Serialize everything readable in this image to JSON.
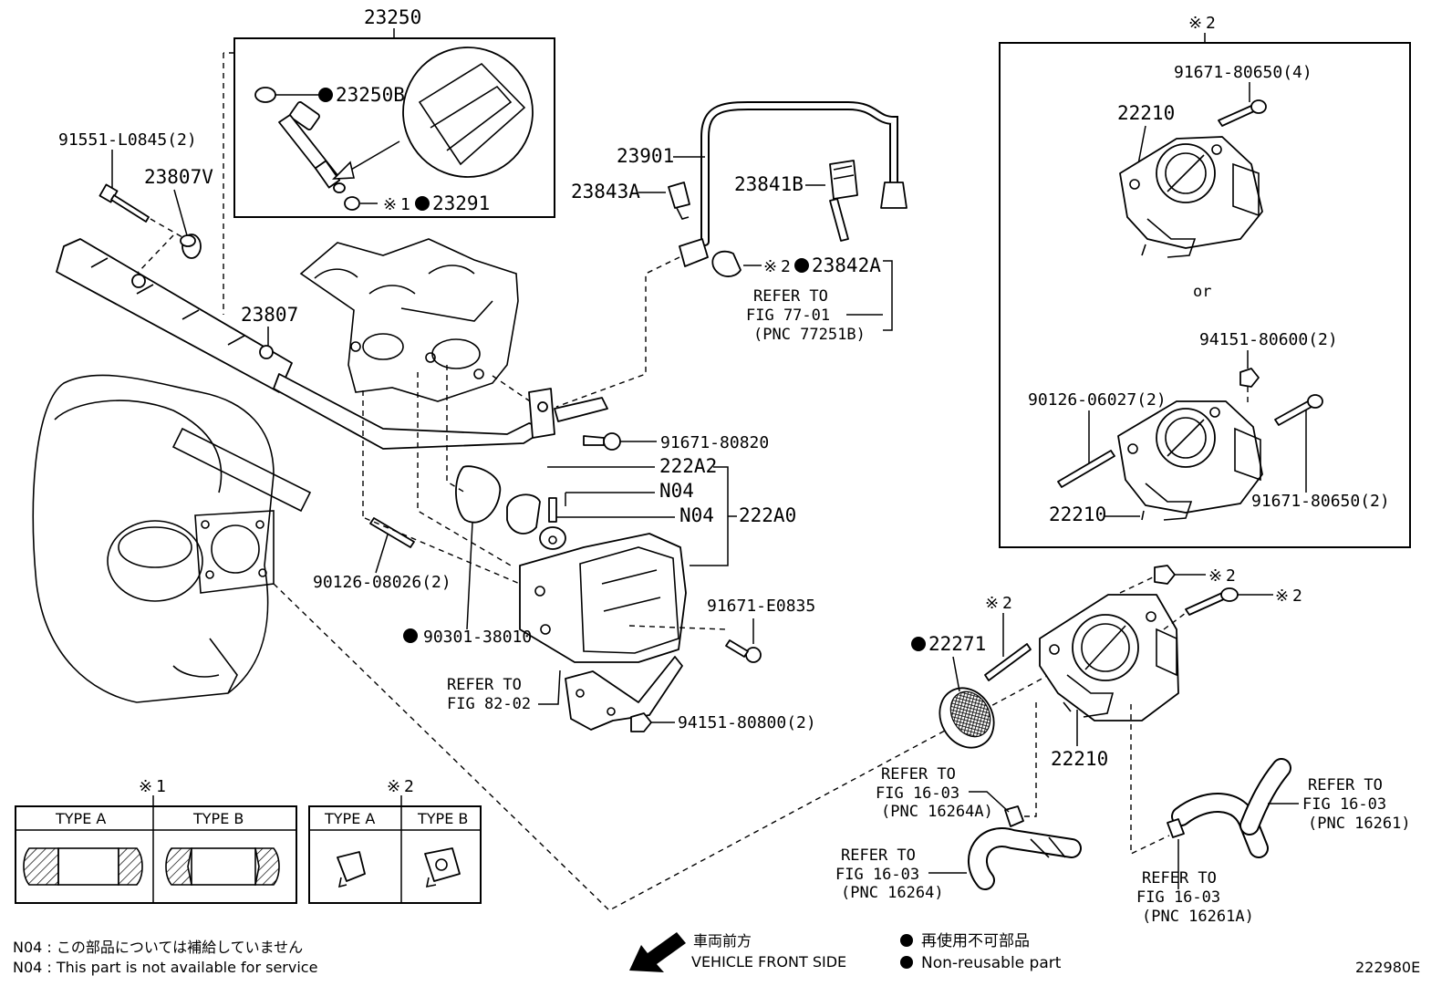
{
  "labels": {
    "inj_kit_no": "23250",
    "inj_oring": "23250B",
    "inj_cap": "23291",
    "bolt_rail": "91551-L0845(2)",
    "spacer_rail": "23807V",
    "rail": "23807",
    "fuel_hose": "23901",
    "hose_clamp": "23843A",
    "connector": "23841B",
    "retainer": "23842A",
    "ref_77_a": "REFER TO",
    "ref_77_b": "FIG 77-01",
    "ref_77_c": "(PNC 77251B)",
    "bolt_91671_80820": "91671-80820",
    "sensor_222a2": "222A2",
    "n04_a": "N04",
    "n04_b": "N04",
    "sensor_222a0": "222A0",
    "stud_90126_08026": "90126-08026(2)",
    "gasket_90301": "90301-38010",
    "bolt_91671_e0835": "91671-E0835",
    "ref_82_a": "REFER TO",
    "ref_82_b": "FIG 82-02",
    "nut_94151_80800": "94151-80800(2)",
    "gasket_22271": "22271",
    "mark2_stud": "2",
    "mark2_nut": "2",
    "mark2_bolt": "2",
    "throttle_main": "22210",
    "ref_16_a1": "REFER TO",
    "ref_16_a2": "FIG 16-03",
    "ref_16_a3": "(PNC 16264A)",
    "ref_16_b1": "REFER TO",
    "ref_16_b2": "FIG 16-03",
    "ref_16_b3": "(PNC 16264)",
    "ref_16_c1": "REFER TO",
    "ref_16_c2": "FIG 16-03",
    "ref_16_c3": "(PNC 16261)",
    "ref_16_d1": "REFER TO",
    "ref_16_d2": "FIG 16-03",
    "ref_16_d3": "(PNC 16261A)"
  },
  "inset": {
    "mark": "2",
    "bolt_top": "91671-80650(4)",
    "throttle_top": "22210",
    "or": "or",
    "nut": "94151-80600(2)",
    "stud": "90126-06027(2)",
    "bolt_bottom": "91671-80650(2)",
    "throttle_bottom": "22210"
  },
  "mark_symbol": "※",
  "mark1_num": "1",
  "legend": {
    "table1": {
      "mark": "1",
      "type_a": "TYPE A",
      "type_b": "TYPE B"
    },
    "table2": {
      "mark": "2",
      "type_a": "TYPE A",
      "type_b": "TYPE B"
    }
  },
  "notes": {
    "n04_jp": "N04 : この部品については補給していません",
    "n04_en": "N04 : This part is not available for service",
    "front_jp": "車両前方",
    "front_en": "VEHICLE FRONT SIDE",
    "nonreuse_jp": "再使用不可部品",
    "nonreuse_en": "Non-reusable part",
    "figure_no": "222980E"
  }
}
